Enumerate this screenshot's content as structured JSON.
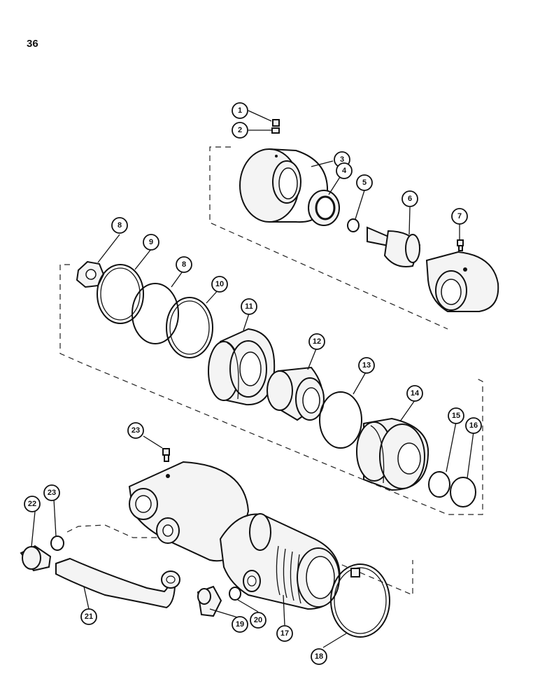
{
  "page": {
    "number": "36"
  },
  "callouts": [
    "1",
    "2",
    "3",
    "4",
    "5",
    "6",
    "7",
    "8",
    "9",
    "8",
    "10",
    "11",
    "12",
    "13",
    "14",
    "15",
    "16",
    "17",
    "18",
    "19",
    "20",
    "21",
    "22",
    "23",
    "23"
  ],
  "colors": {
    "ink": "#111111",
    "paper": "#ffffff"
  }
}
